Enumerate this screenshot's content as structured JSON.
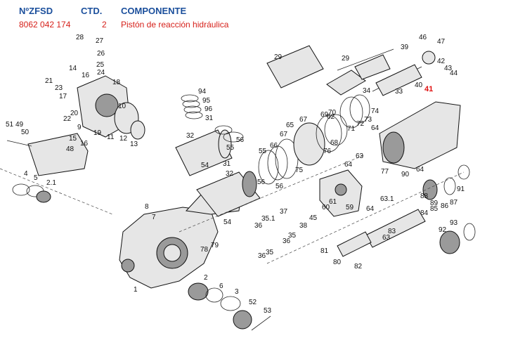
{
  "table": {
    "col_code": "NºZFSD",
    "col_qty": "CTD.",
    "col_component": "COMPONENTE",
    "row": {
      "code": "8062 042 174",
      "qty": "2",
      "component": "Pistón de reacción hidráulica"
    }
  },
  "highlight_color": "#e01010",
  "header_color": "#1b4f9c",
  "row_color": "#d6201a",
  "highlighted_part": "41",
  "part_labels": [
    "1",
    "2",
    "2.1",
    "3",
    "4",
    "5",
    "6",
    "7",
    "8",
    "9",
    "10",
    "11",
    "12",
    "13",
    "14",
    "15",
    "16",
    "17",
    "18",
    "19",
    "20",
    "21",
    "22",
    "23",
    "24",
    "25",
    "26",
    "27",
    "28",
    "29",
    "29",
    "31",
    "31",
    "32",
    "32",
    "33",
    "34",
    "35",
    "35",
    "35.1",
    "36",
    "36",
    "37",
    "38",
    "39",
    "40",
    "41",
    "42",
    "43",
    "44",
    "45",
    "46",
    "47",
    "48",
    "49",
    "50",
    "51",
    "52",
    "53",
    "54",
    "54",
    "55",
    "55",
    "56",
    "56",
    "56",
    "59",
    "60",
    "61",
    "62",
    "63",
    "63",
    "63.1",
    "64",
    "64",
    "64",
    "64",
    "65",
    "66",
    "67",
    "67",
    "68",
    "69",
    "70",
    "71",
    "72",
    "73",
    "74",
    "75",
    "76",
    "77",
    "78",
    "79",
    "80",
    "81",
    "82",
    "83",
    "84",
    "85",
    "86",
    "87",
    "88",
    "89",
    "90",
    "91",
    "92",
    "93",
    "94",
    "95",
    "96"
  ]
}
